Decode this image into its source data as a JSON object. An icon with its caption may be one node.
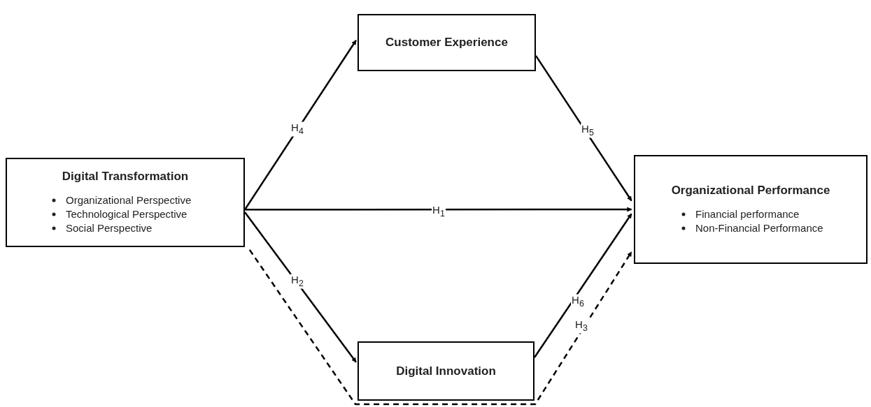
{
  "diagram": {
    "nodes": [
      {
        "text": [
          "Digital Transformation",
          "Organizational Perspective",
          "Technological Perspective",
          "Social Perspective"
        ]
      },
      {
        "text": [
          "Customer Experience"
        ]
      },
      {
        "text": [
          "Organizational Performance",
          "Financial performance",
          "Non-Financial Performance"
        ]
      },
      {
        "text": [
          "Digital Innovation"
        ]
      }
    ],
    "edges": [
      {
        "from": 0,
        "to": 1,
        "arrow": "to",
        "label": "H$_{4}$"
      },
      {
        "from": 1,
        "to": 2,
        "arrow": "to",
        "label": "H$_{5}$"
      },
      {
        "from": 0,
        "to": 2,
        "arrow": "to",
        "label": "H$_{1}$"
      },
      {
        "from": 0,
        "to": 3,
        "arrow": "to",
        "label": "H$_{2}$"
      },
      {
        "from": 3,
        "to": 2,
        "arrow": "to",
        "label": "H$_{6}$"
      },
      {
        "from": 0,
        "to": 2,
        "arrow": "to",
        "label": "H$_{3}$",
        "style": "dashed"
      }
    ]
  }
}
